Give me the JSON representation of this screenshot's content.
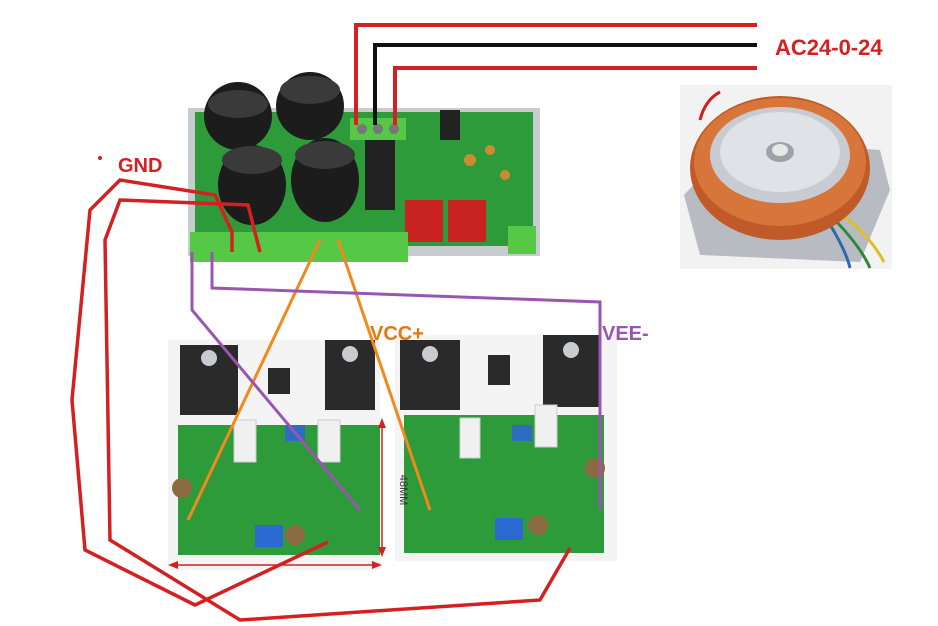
{
  "labels": {
    "ac": "AC24-0-24",
    "gnd": "GND",
    "vcc": "VCC+",
    "vee": "VEE-",
    "dimension_vertical": "48MM"
  },
  "colors": {
    "ac_wire_red": "#d42020",
    "ac_wire_black": "#111111",
    "gnd_wire": "#d42020",
    "vcc_wire": "#f08a1e",
    "vee_wire": "#9a55b0",
    "label_red": "#d42020",
    "label_orange": "#e07a10",
    "label_purple": "#9a55b0",
    "pcb_green": "#2e9b3a",
    "terminal_green": "#55c846"
  },
  "icons": {
    "power_supply_board": "rectifier-psu-board-icon",
    "transformer": "toroidal-transformer-icon",
    "amplifier_left": "amplifier-board-icon",
    "amplifier_right": "amplifier-board-icon"
  }
}
